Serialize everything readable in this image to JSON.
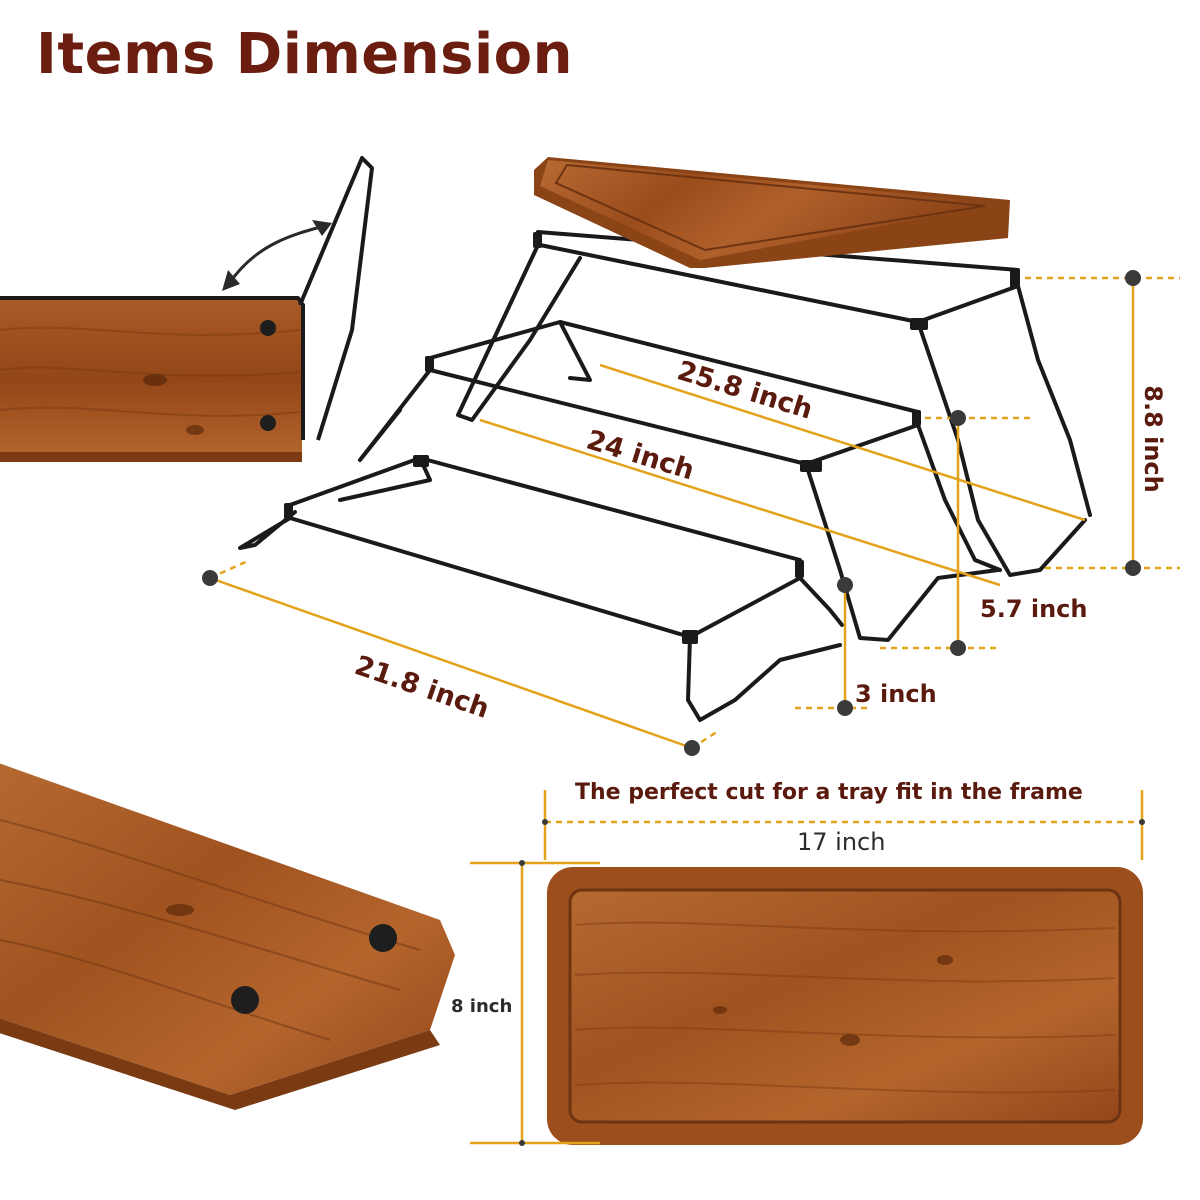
{
  "title": "Items Dimension",
  "dimensions": {
    "top_length": "25.8 inch",
    "middle_length": "24 inch",
    "bottom_length": "21.8 inch",
    "total_height": "8.8 inch",
    "middle_height": "5.7 inch",
    "bottom_height": "3 inch",
    "tray_width": "17 inch",
    "tray_depth": "8 inch"
  },
  "tray_caption": "The perfect cut for a tray fit in the frame",
  "colors": {
    "title": "#6b1e10",
    "dimension_line": "#e3a21a",
    "frame": "#1a1a1a",
    "wood": "#a0521f",
    "wood_dark": "#6e3412"
  }
}
